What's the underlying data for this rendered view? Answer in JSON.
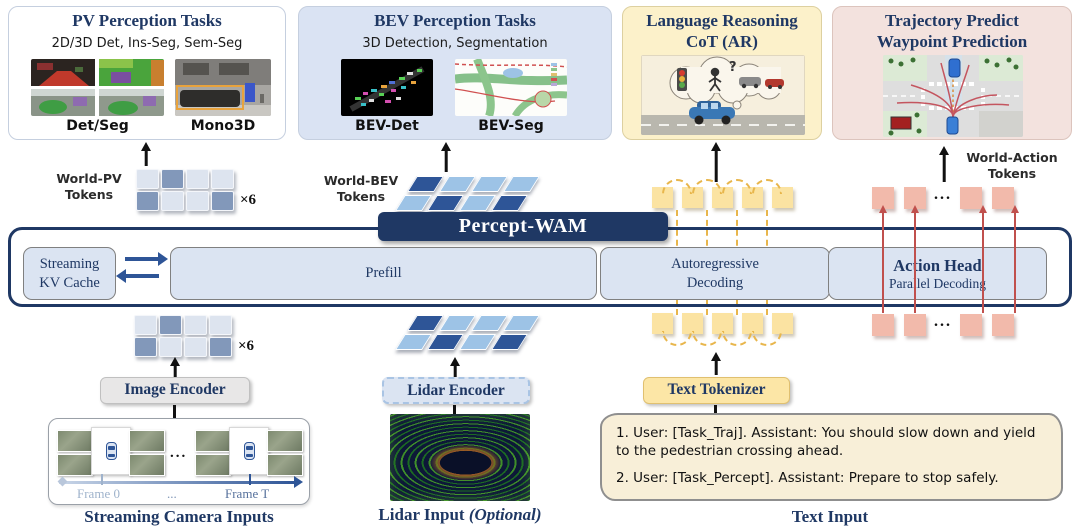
{
  "panels": {
    "pv": {
      "title": "PV Perception Tasks",
      "subtitle": "2D/3D Det, Ins-Seg, Sem-Seg",
      "caption_left": "Det/Seg",
      "caption_right": "Mono3D"
    },
    "bev": {
      "title": "BEV Perception Tasks",
      "subtitle": "3D Detection, Segmentation",
      "caption_left": "BEV-Det",
      "caption_right": "BEV-Seg"
    },
    "language": {
      "title_line1": "Language Reasoning",
      "title_line2": "CoT (AR)"
    },
    "trajectory": {
      "title_line1": "Trajectory Predict",
      "title_line2": "Waypoint Prediction"
    }
  },
  "token_labels": {
    "world_pv_line1": "World-PV",
    "world_pv_line2": "Tokens",
    "world_bev_line1": "World-BEV",
    "world_bev_line2": "Tokens",
    "world_action_line1": "World-Action",
    "world_action_line2": "Tokens",
    "multiplier": "×6",
    "ellipsis": "..."
  },
  "token_patterns": {
    "pv_grid": [
      "light",
      "dark",
      "light",
      "light",
      "dark",
      "light",
      "light",
      "dark"
    ],
    "bev_grid": [
      "dark",
      "light",
      "light",
      "light",
      "light",
      "dark",
      "light",
      "dark"
    ]
  },
  "core": {
    "title": "Percept-WAM",
    "kv_line1": "Streaming",
    "kv_line2": "KV Cache",
    "prefill": "Prefill",
    "ar_line1": "Autoregressive",
    "ar_line2": "Decoding",
    "action_title": "Action Head",
    "action_subtitle": "Parallel Decoding"
  },
  "encoders": {
    "image": "Image Encoder",
    "lidar": "Lidar Encoder",
    "text": "Text Tokenizer"
  },
  "inputs": {
    "camera": {
      "label": "Streaming Camera Inputs",
      "frame_start": "Frame 0",
      "frame_end": "Frame T",
      "ellipsis": "..."
    },
    "lidar": {
      "label": "Lidar Input",
      "optional": "(Optional)"
    },
    "text": {
      "label": "Text Input",
      "line1": "1. User: [Task_Traj]. Assistant: You should slow down and yield to the pedestrian crossing ahead.",
      "line2": "2. User: [Task_Percept]. Assistant: Prepare to stop safely."
    }
  },
  "colors": {
    "navy": "#1f3864",
    "panel_bev_bg": "#dae3f3",
    "panel_lang_bg": "#fcf1ca",
    "panel_traj_bg": "#f3e2de",
    "token_light": "#dde4ef",
    "token_dark": "#8298ba",
    "bev_token_dark": "#2e5597",
    "bev_token_light": "#9dc3e6",
    "yellow_token": "#fbe3a2",
    "pink_token": "#f2baab",
    "red_line": "#c0504d",
    "gold_dash": "#e8b64c",
    "core_box_bg": "#dbe4f2"
  }
}
